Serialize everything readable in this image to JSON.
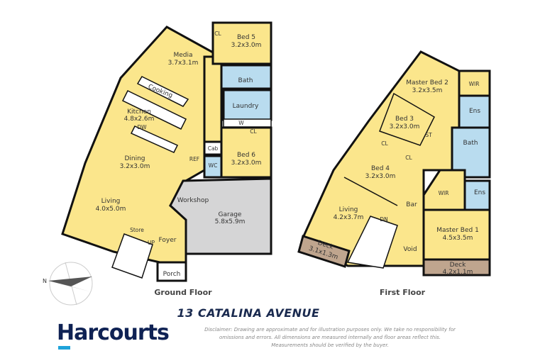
{
  "colors": {
    "living": "#fbe68c",
    "wet": "#b9dcef",
    "garage": "#d5d5d6",
    "deck": "#bfa58e",
    "brand": "#0f2254",
    "brand_accent": "#1fa3da"
  },
  "ground_floor": {
    "label": "Ground Floor",
    "rooms": [
      {
        "name": "Bed 5",
        "size": "3.2x3.0m"
      },
      {
        "name": "Media",
        "size": "3.7x3.1m"
      },
      {
        "name": "Bath"
      },
      {
        "name": "Cooking"
      },
      {
        "name": "Laundry"
      },
      {
        "name": "Kitchen",
        "size": "4.8x2.6m"
      },
      {
        "name": "Dining",
        "size": "3.2x3.0m"
      },
      {
        "name": "Bed 6",
        "size": "3.2x3.0m"
      },
      {
        "name": "Workshop"
      },
      {
        "name": "Garage",
        "size": "5.8x5.9m"
      },
      {
        "name": "Living",
        "size": "4.0x5.0m"
      },
      {
        "name": "Foyer"
      },
      {
        "name": "Porch"
      },
      {
        "name": "Store"
      },
      {
        "name": "Cab"
      },
      {
        "name": "WC"
      }
    ],
    "fixtures": {
      "cl1": "CL",
      "cl2": "CL",
      "w": "W",
      "dw": "DW",
      "ref": "REF",
      "up": "UP"
    }
  },
  "first_floor": {
    "label": "First Floor",
    "rooms": [
      {
        "name": "Master Bed 2",
        "size": "3.2x3.5m"
      },
      {
        "name": "WIR"
      },
      {
        "name": "Ens"
      },
      {
        "name": "Bed 3",
        "size": "3.2x3.0m"
      },
      {
        "name": "Bath"
      },
      {
        "name": "Bed 4",
        "size": "3.2x3.0m"
      },
      {
        "name": "WIR"
      },
      {
        "name": "Ens"
      },
      {
        "name": "Bar"
      },
      {
        "name": "Living",
        "size": "4.2x3.7m"
      },
      {
        "name": "Master Bed 1",
        "size": "4.5x3.5m"
      },
      {
        "name": "Void"
      },
      {
        "name": "Deck",
        "size": "3.1x1.3m"
      },
      {
        "name": "Deck",
        "size": "4.2x1.1m"
      }
    ],
    "fixtures": {
      "st": "ST",
      "cl1": "CL",
      "cl2": "CL",
      "dn": "DN"
    }
  },
  "compass": {
    "label": "N",
    "icon": "compass-icon"
  },
  "title": "13 CATALINA AVENUE",
  "brand": "Harcourts",
  "disclaimer": [
    "Disclaimer: Drawing are approximate and for illustration purposes only. We take no responsibility for",
    "omissions and errors. All dimensions are measured internally and floor areas reflect this.",
    "Measurements should be verified by the buyer."
  ]
}
